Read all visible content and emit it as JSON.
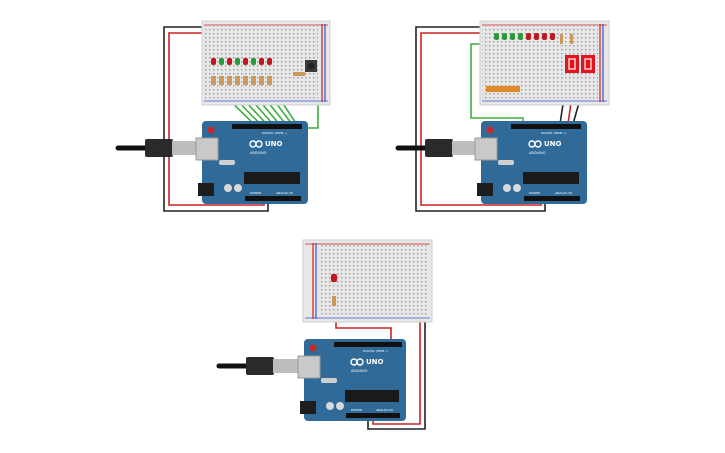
{
  "colors": {
    "background": "#ffffff",
    "breadboard": "#e7e7e7",
    "board": "#2f6a98",
    "board_dark": "#1f4f76",
    "wire_red": "#cc2222",
    "wire_black": "#222222",
    "wire_green": "#3fae3f",
    "led_red": "#c0181f",
    "led_green": "#2e9a3a",
    "seg_red": "#e2141b"
  },
  "boards": [
    {
      "id": "circuit-1",
      "logo": "UNO",
      "brand": "ARDUINO",
      "digital_label": "DIGITAL (PWM~)",
      "power_label": "POWER",
      "analog_label": "ANALOG IN"
    },
    {
      "id": "circuit-2",
      "logo": "UNO",
      "brand": "ARDUINO",
      "digital_label": "DIGITAL (PWM~)",
      "power_label": "POWER",
      "analog_label": "ANALOG IN"
    },
    {
      "id": "circuit-3",
      "logo": "UNO",
      "brand": "ARDUINO",
      "digital_label": "DIGITAL (PWM~)",
      "power_label": "POWER",
      "analog_label": "ANALOG IN"
    }
  ]
}
